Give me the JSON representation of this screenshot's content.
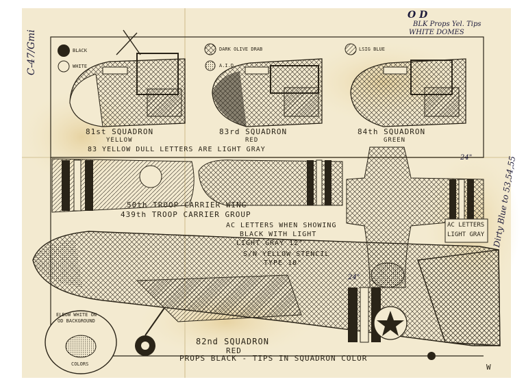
{
  "sheet": {
    "handwritten_top_right": {
      "line1": "BLK  Props  Yel. Tips",
      "line2": "WHITE  DOMES",
      "mark": "O D"
    },
    "handwritten_left_margin": "C-47/Gmi",
    "handwritten_right_margin": "Dirty Blue  to 53,54,55",
    "legend": {
      "black": "BLACK",
      "white": "WHITE",
      "dark_olive_drab": "DARK OLIVE DRAB",
      "aid": "A.I.D.",
      "blue": "LSIG BLUE"
    },
    "squadron_captions": {
      "sq81": "81st SQUADRON",
      "sq81_color": "YELLOW",
      "sq83": "83rd SQUADRON",
      "sq83_color": "RED",
      "sq84": "84th SQUADRON",
      "sq84_color": "GREEN"
    },
    "all_yellow_note": "83 YELLOW  DULL LETTERS ARE LIGHT GRAY",
    "group_note_1": "50th TROOP CARRIER WING",
    "group_note_2": "439th TROOP CARRIER GROUP",
    "letters_note_1": "AC LETTERS WHEN SHOWING",
    "letters_note_2": "BLACK WITH LIGHT",
    "letters_note_3": "LIGHT GRAY 12\"",
    "stencil_note_1": "S/N YELLOW STENCIL",
    "stencil_note_2": "TYPE 10\"",
    "ac_letters_box_1": "AC LETTERS",
    "ac_letters_box_2": "LIGHT GRAY",
    "dim_24a": "24\"",
    "dim_24b": "24\"",
    "sq82": "82nd SQUADRON",
    "sq82_color": "RED",
    "props_note": "PROPS BLACK - TIPS IN SQUADRON COLOR",
    "insignia_text_1": "ELBOW WHITE ON",
    "insignia_text_2": "OD BACKGROUND",
    "insignia_text_3": "COLORS",
    "w_mark": "W"
  }
}
